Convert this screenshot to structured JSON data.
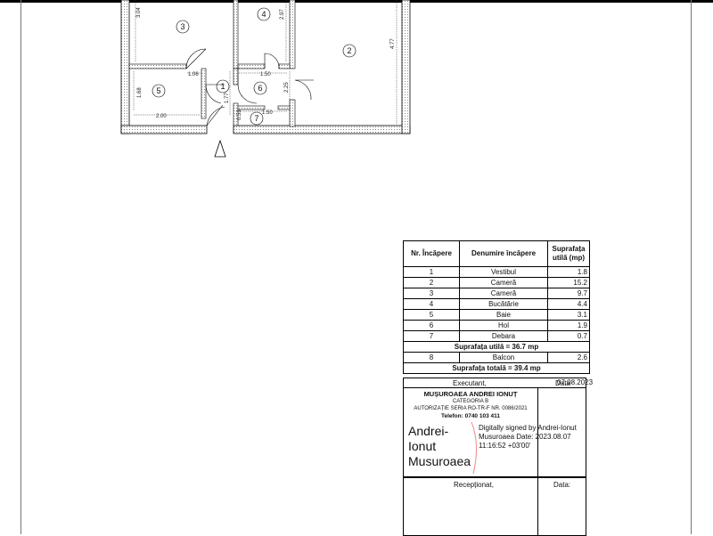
{
  "plan": {
    "rooms": [
      "1",
      "2",
      "3",
      "4",
      "5",
      "6",
      "7"
    ],
    "dimensions": [
      "3.04",
      "2.97",
      "4.77",
      "1.06",
      "1.50",
      "1.68",
      "2.25",
      "1.77",
      "2.00",
      "1.50",
      "0.53"
    ]
  },
  "legend": {
    "headers": [
      "Nr. Încăpere",
      "Denumire încăpere",
      "Suprafața utilă (mp)"
    ],
    "rows": [
      {
        "nr": "1",
        "name": "Vestibul",
        "area": "1.8"
      },
      {
        "nr": "2",
        "name": "Cameră",
        "area": "15.2"
      },
      {
        "nr": "3",
        "name": "Cameră",
        "area": "9.7"
      },
      {
        "nr": "4",
        "name": "Bucătărie",
        "area": "4.4"
      },
      {
        "nr": "5",
        "name": "Baie",
        "area": "3.1"
      },
      {
        "nr": "6",
        "name": "Hol",
        "area": "1.9"
      },
      {
        "nr": "7",
        "name": "Debara",
        "area": "0.7"
      }
    ],
    "useful_total": "Suprafața utilă = 36.7 mp",
    "balcony": {
      "nr": "8",
      "name": "Balcon",
      "area": "2.6"
    },
    "grand_total": "Suprafața totală = 39.4 mp"
  },
  "executant": {
    "label": "Executant,",
    "date_label": "Data",
    "name": "MUȘUROAEA ANDREI IONUȚ",
    "category": "CATEGORIA B",
    "authorization": "AUTORIZAȚIE SERIA RO-TR-F NR. 0086/2021",
    "phone": "Telefon: 0740 103 411",
    "date": "07.08.2023",
    "signature_name": "Andrei-Ionut Musuroaea",
    "signature_text": "Digitally signed by Andrei-Ionut Musuroaea Date: 2023.08.07 11:16:52 +03'00'"
  },
  "receptionat": {
    "label": "Recepționat,",
    "date_label": "Data:"
  }
}
